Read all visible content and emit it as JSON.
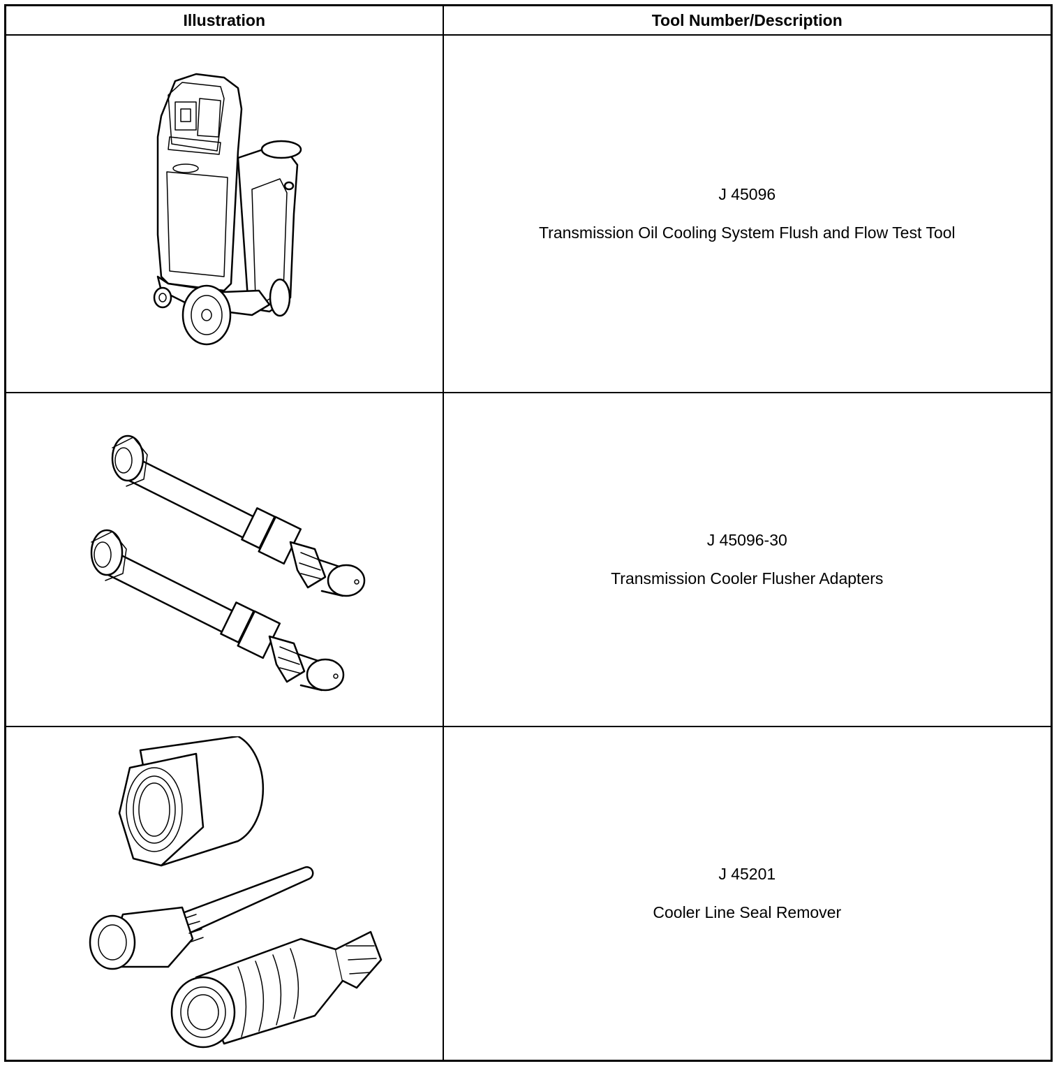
{
  "table": {
    "headers": {
      "illustration": "Illustration",
      "description": "Tool Number/Description"
    },
    "rows": [
      {
        "tool_number": "J 45096",
        "description": "Transmission Oil Cooling System Flush and Flow Test Tool",
        "illustration_icon": "flush-machine-cart-icon"
      },
      {
        "tool_number": "J 45096-30",
        "description": "Transmission Cooler Flusher Adapters",
        "illustration_icon": "hose-adapters-icon"
      },
      {
        "tool_number": "J 45201",
        "description": "Cooler Line Seal Remover",
        "illustration_icon": "seal-remover-icon"
      }
    ]
  }
}
